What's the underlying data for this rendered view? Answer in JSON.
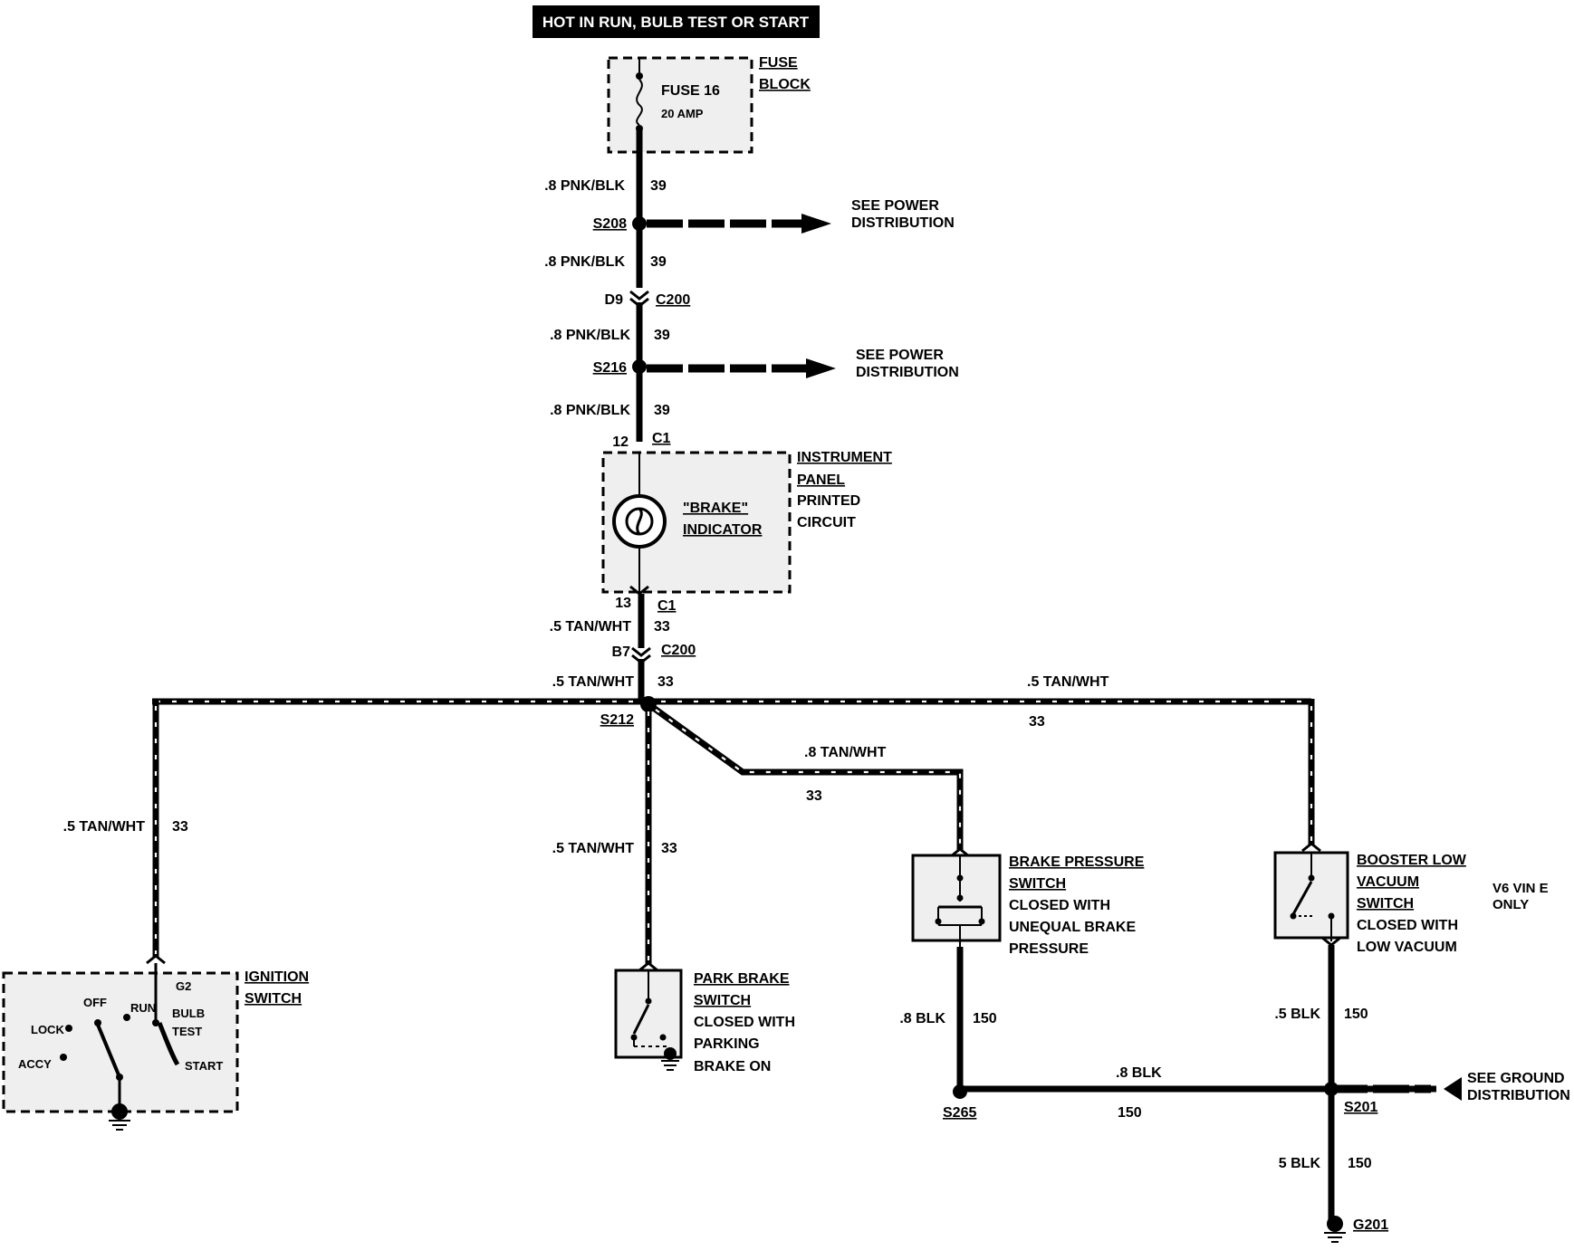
{
  "header": {
    "title": "HOT IN RUN, BULB TEST OR START"
  },
  "fuse_block": {
    "fuse": "FUSE 16",
    "rating": "20 AMP",
    "label_line1": "FUSE",
    "label_line2": "BLOCK"
  },
  "wires": {
    "w1_gauge": ".8 PNK/BLK",
    "w1_num": "39",
    "w2_gauge": ".8 PNK/BLK",
    "w2_num": "39",
    "w3_gauge": ".8 PNK/BLK",
    "w3_num": "39",
    "w4_gauge": ".8 PNK/BLK",
    "w4_num": "39",
    "w5_gauge": ".5 TAN/WHT",
    "w5_num": "33",
    "w6_gauge": ".5 TAN/WHT",
    "w6_num": "33",
    "w7_gauge": ".5 TAN/WHT",
    "w7_num": "33",
    "w8_gauge": ".5 TAN/WHT",
    "w8_num": "33",
    "w9_gauge": ".5 TAN/WHT",
    "w9_num": "33",
    "w10_gauge": ".8 TAN/WHT",
    "w10_num": "33",
    "w11_gauge": ".8 BLK",
    "w11_num": "150",
    "w12_gauge": ".5 BLK",
    "w12_num": "150",
    "w13_gauge": ".8 BLK",
    "w13_num": "150",
    "w14_gauge": "5 BLK",
    "w14_num": "150"
  },
  "splices": {
    "s208": "S208",
    "s216": "S216",
    "s212": "S212",
    "s265": "S265",
    "s201": "S201"
  },
  "connectors": {
    "c200_a": "C200",
    "c200_a_pin": "D9",
    "c1_top": "C1",
    "c1_top_pin": "12",
    "c1_bot": "C1",
    "c1_bot_pin": "13",
    "c200_b": "C200",
    "c200_b_pin": "B7",
    "g2": "G2"
  },
  "refs": {
    "power1_line1": "SEE POWER",
    "power1_line2": "DISTRIBUTION",
    "power2_line1": "SEE POWER",
    "power2_line2": "DISTRIBUTION",
    "ground_line1": "SEE GROUND",
    "ground_line2": "DISTRIBUTION"
  },
  "instrument_panel": {
    "label_line1": "INSTRUMENT",
    "label_line2": "PANEL",
    "label_line3": "PRINTED",
    "label_line4": "CIRCUIT",
    "indicator_line1": "\"BRAKE\"",
    "indicator_line2": "INDICATOR"
  },
  "ignition_switch": {
    "label_line1": "IGNITION",
    "label_line2": "SWITCH",
    "pos_off": "OFF",
    "pos_run": "RUN",
    "pos_bulb": "BULB",
    "pos_test": "TEST",
    "pos_lock": "LOCK",
    "pos_accy": "ACCY",
    "pos_start": "START"
  },
  "park_brake_switch": {
    "line1": "PARK BRAKE",
    "line2": "SWITCH",
    "line3": "CLOSED WITH",
    "line4": "PARKING",
    "line5": "BRAKE ON"
  },
  "brake_pressure_switch": {
    "line1": "BRAKE PRESSURE",
    "line2": "SWITCH",
    "line3": "CLOSED WITH",
    "line4": "UNEQUAL BRAKE",
    "line5": "PRESSURE"
  },
  "booster_switch": {
    "line1": "BOOSTER LOW",
    "line2": "VACUUM",
    "line3": "SWITCH",
    "line4": "CLOSED WITH",
    "line5": "LOW VACUUM",
    "note_line1": "V6 VIN E",
    "note_line2": "ONLY"
  },
  "ground": {
    "g201": "G201"
  }
}
